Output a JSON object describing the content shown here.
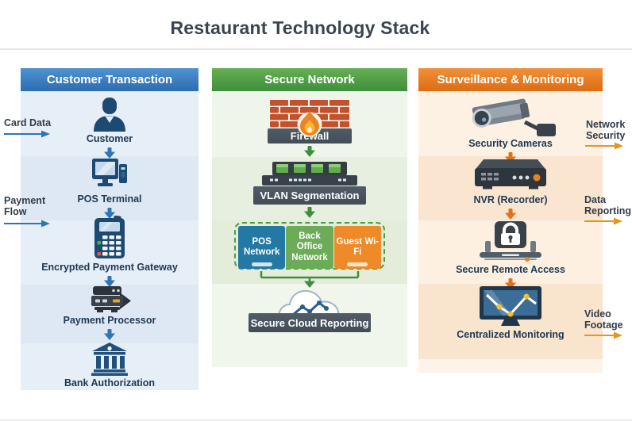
{
  "title": "Restaurant Technology Stack",
  "columns": {
    "transaction": {
      "header": "Customer Transaction",
      "stages": [
        {
          "label": "Customer",
          "icon": "customer-icon"
        },
        {
          "label": "POS Terminal",
          "icon": "pos-terminal-icon"
        },
        {
          "label": "Encrypted Payment Gateway",
          "icon": "payment-gateway-icon"
        },
        {
          "label": "Payment Processor",
          "icon": "payment-processor-icon"
        },
        {
          "label": "Bank Authorization",
          "icon": "bank-icon"
        }
      ]
    },
    "network": {
      "header": "Secure Network",
      "firewall_label": "Firewall",
      "vlan_label": "VLAN Segmentation",
      "cloud_label": "Secure Cloud Reporting",
      "segments": [
        {
          "label": "POS Network",
          "color": "#2478a4"
        },
        {
          "label": "Back Office Network",
          "color": "#6cac58"
        },
        {
          "label": "Guest Wi-Fi",
          "color": "#ee8a28"
        }
      ]
    },
    "surveillance": {
      "header": "Surveillance & Monitoring",
      "stages": [
        {
          "label": "Security Cameras",
          "icon": "security-camera-icon"
        },
        {
          "label": "NVR (Recorder)",
          "icon": "nvr-icon"
        },
        {
          "label": "Secure Remote Access",
          "icon": "lock-laptop-icon"
        },
        {
          "label": "Centralized Monitoring",
          "icon": "monitor-chart-icon"
        }
      ]
    }
  },
  "side_labels": {
    "card_data": {
      "text": "Card Data"
    },
    "payment_flow": {
      "text": "Payment Flow"
    },
    "network_security": {
      "text": "Network Security"
    },
    "data_reporting": {
      "text": "Data Reporting"
    },
    "video_footage": {
      "text": "Video Footage"
    }
  },
  "colors": {
    "accent_blue": "#2e75b6",
    "accent_green": "#3f8e3c",
    "accent_orange": "#e2711c",
    "header_blue": "#2d6cb0",
    "header_green": "#3f8e3c",
    "header_orange": "#dd6c12",
    "slate_bar": "#47525c",
    "icon_navy": "#1d4a73",
    "title_text": "#3a4450"
  }
}
